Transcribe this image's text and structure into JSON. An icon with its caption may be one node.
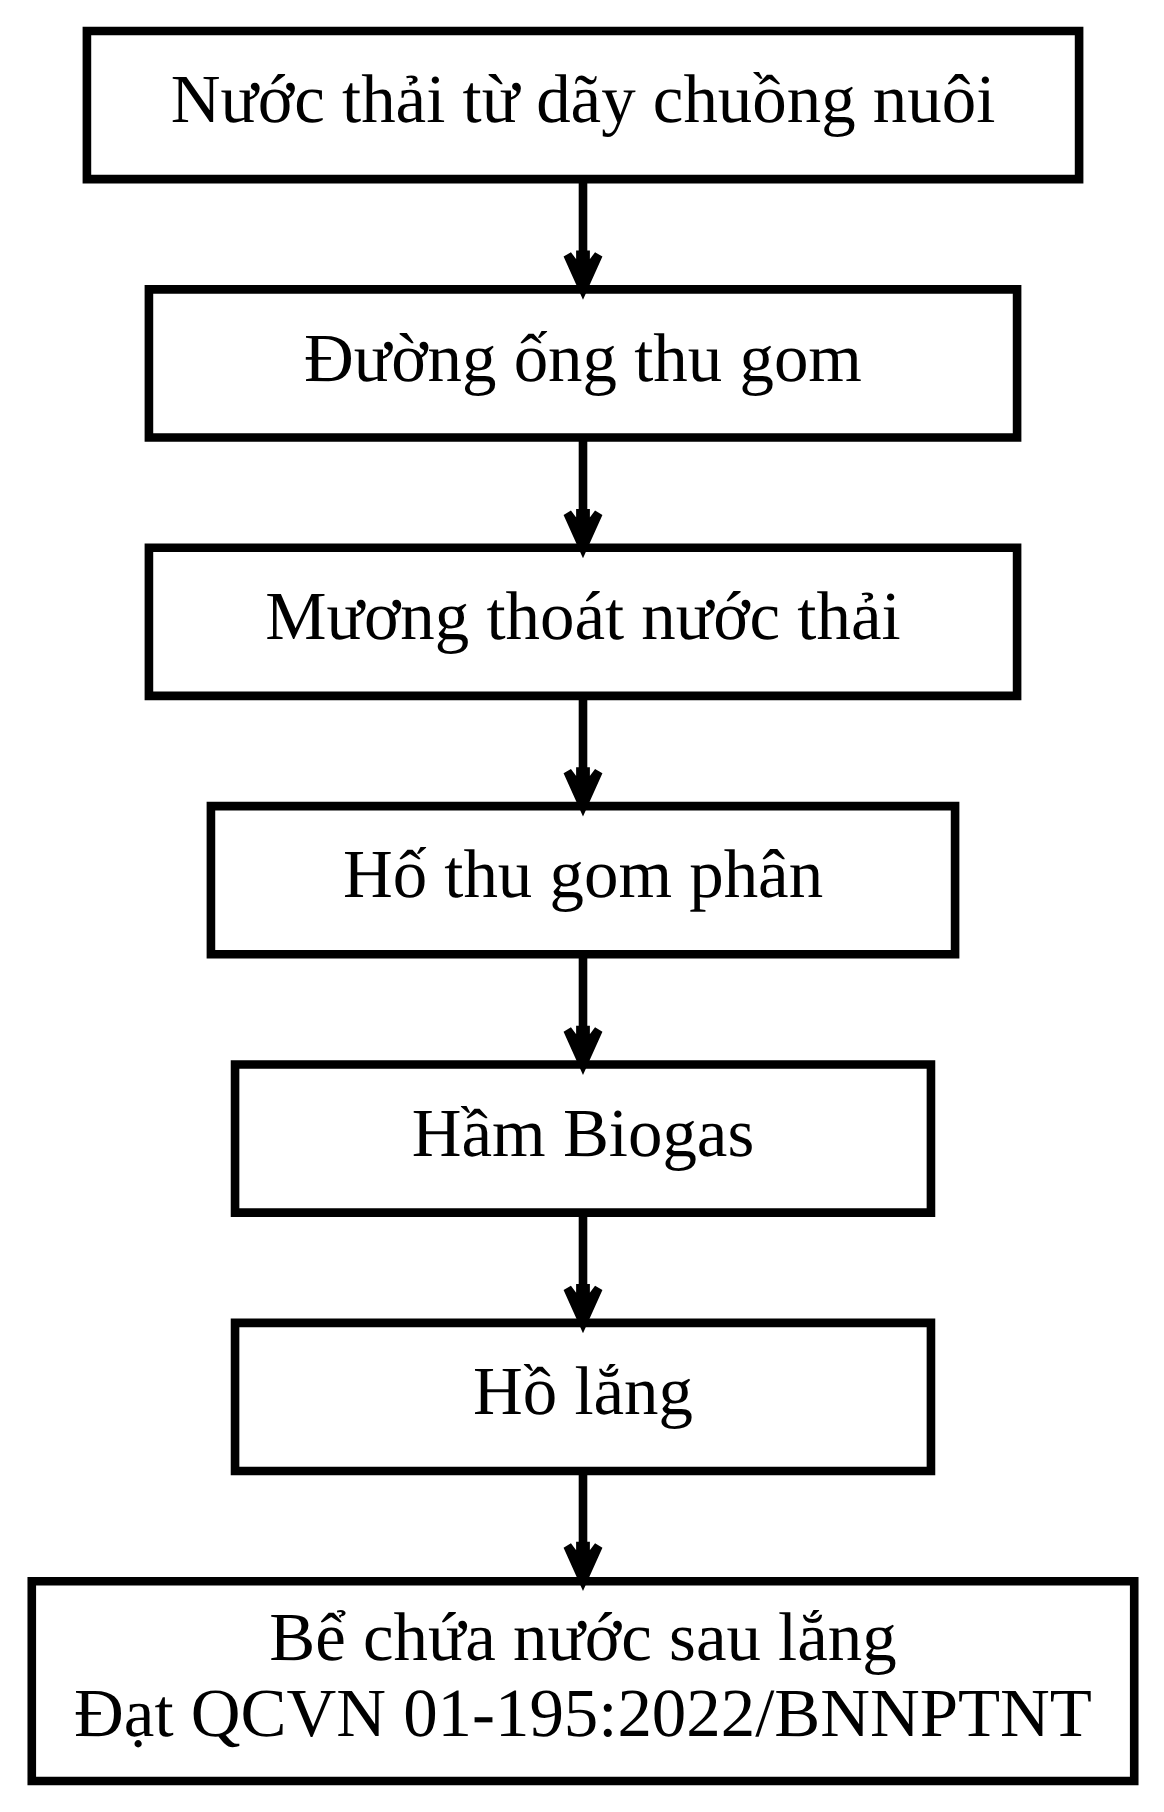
{
  "diagram": {
    "nodes": [
      {
        "text": [
          "Nước thải từ dãy chuồng nuôi"
        ]
      },
      {
        "text": [
          "Đường ống thu gom"
        ]
      },
      {
        "text": [
          "Mương thoát nước thải"
        ]
      },
      {
        "text": [
          "Hố thu gom phân"
        ]
      },
      {
        "text": [
          "Hầm Biogas"
        ]
      },
      {
        "text": [
          "Hồ lắng"
        ]
      },
      {
        "text": [
          "Bể chứa nước sau lắng",
          "Đạt QCVN 01-195:2022/BNNPTNT"
        ]
      }
    ],
    "edges": [
      {
        "from": 0,
        "to": 1,
        "arrow": "to"
      },
      {
        "from": 1,
        "to": 2,
        "arrow": "to"
      },
      {
        "from": 2,
        "to": 3,
        "arrow": "to"
      },
      {
        "from": 3,
        "to": 4,
        "arrow": "to"
      },
      {
        "from": 4,
        "to": 5,
        "arrow": "to"
      },
      {
        "from": 5,
        "to": 6,
        "arrow": "to"
      }
    ]
  }
}
